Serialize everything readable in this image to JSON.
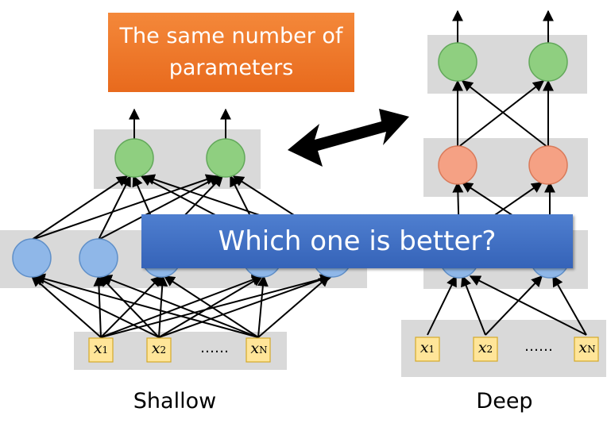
{
  "banner": "The same number of parameters",
  "question": "Which one is better?",
  "shallow": {
    "label": "Shallow",
    "inputs": [
      {
        "base": "x",
        "sub": "1"
      },
      {
        "base": "x",
        "sub": "2"
      },
      {
        "base": "x",
        "sub": "N"
      }
    ],
    "dots": "……"
  },
  "deep": {
    "label": "Deep",
    "inputs": [
      {
        "base": "x",
        "sub": "1"
      },
      {
        "base": "x",
        "sub": "2"
      },
      {
        "base": "x",
        "sub": "N"
      }
    ],
    "dots": "……"
  },
  "colors": {
    "output_node": "#8fcf80",
    "hidden_node_blue": "#8fb7e8",
    "hidden_node_salmon": "#f5a184",
    "layer_band": "#d9d9d9",
    "input_box": "#ffe599",
    "banner": "#e86a1d",
    "question_box": "#3f6fc4"
  }
}
